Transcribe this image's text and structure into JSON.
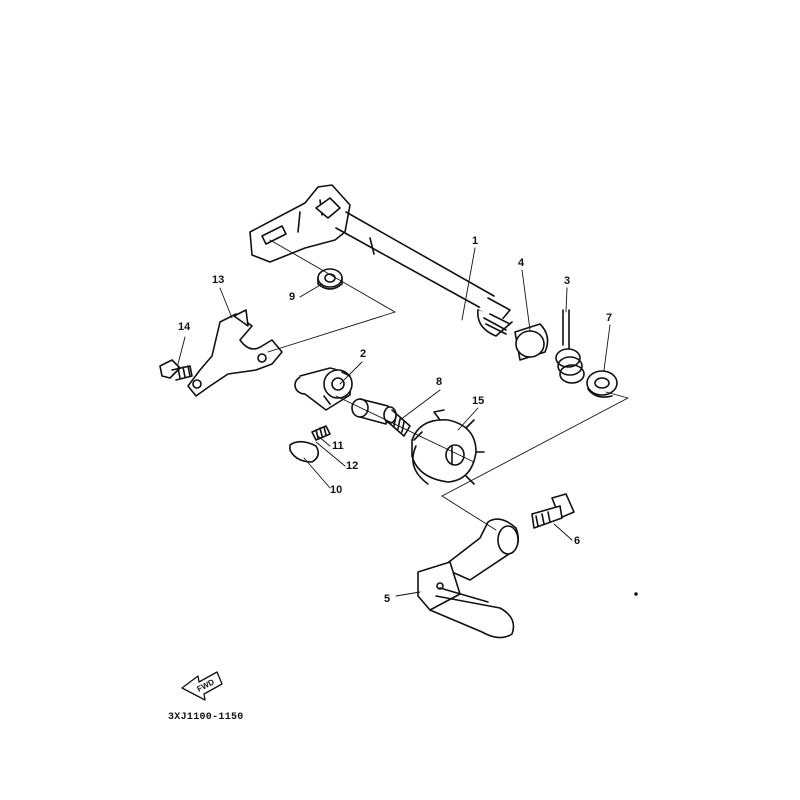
{
  "callouts": [
    {
      "id": "callout-1",
      "label": "1"
    },
    {
      "id": "callout-2",
      "label": "2"
    },
    {
      "id": "callout-3",
      "label": "3"
    },
    {
      "id": "callout-4",
      "label": "4"
    },
    {
      "id": "callout-5",
      "label": "5"
    },
    {
      "id": "callout-6",
      "label": "6"
    },
    {
      "id": "callout-7",
      "label": "7"
    },
    {
      "id": "callout-8",
      "label": "8"
    },
    {
      "id": "callout-9",
      "label": "9"
    },
    {
      "id": "callout-10",
      "label": "10"
    },
    {
      "id": "callout-11",
      "label": "11"
    },
    {
      "id": "callout-12",
      "label": "12"
    },
    {
      "id": "callout-13",
      "label": "13"
    },
    {
      "id": "callout-14",
      "label": "14"
    },
    {
      "id": "callout-15",
      "label": "15"
    }
  ],
  "fwd_label": "FWD",
  "diagram_code": "3XJ1100-1150",
  "colors": {
    "ink": "#111111",
    "paper": "#ffffff"
  }
}
